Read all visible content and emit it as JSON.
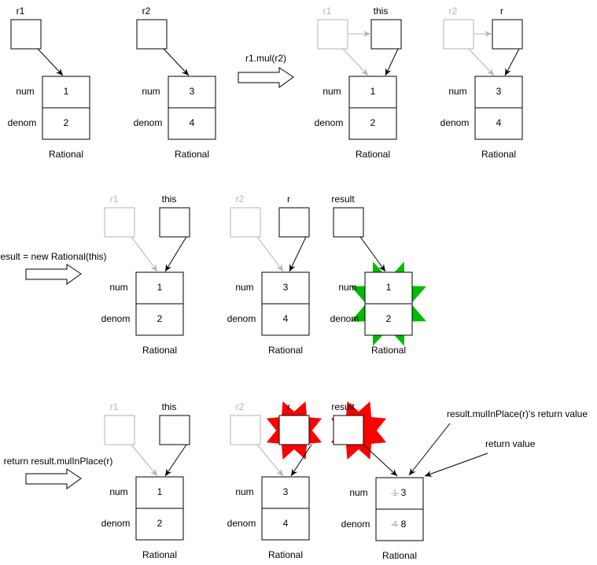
{
  "labels": {
    "num": "num",
    "denom": "denom",
    "class_name": "Rational"
  },
  "vars": {
    "r1": "r1",
    "r2": "r2",
    "this": "this",
    "r": "r",
    "result": "result"
  },
  "steps": [
    {
      "label": "r1.mul(r2)"
    },
    {
      "label": "result = new Rational(this)"
    },
    {
      "label": "return result.mulInPlace(r)"
    }
  ],
  "values": {
    "r1": {
      "num": "1",
      "denom": "2"
    },
    "r2": {
      "num": "3",
      "denom": "4"
    },
    "result_new": {
      "num": "1",
      "denom": "2"
    },
    "result_final": {
      "num_old": "1",
      "num_new": "3",
      "denom_old": "4",
      "denom_new": "8"
    }
  },
  "annotations": {
    "mul_in_place_return": "result.mulInPlace(r)'s return value",
    "return_value": "return value"
  },
  "colors": {
    "highlight_new": "#00bb00",
    "highlight_changed": "#ff0000",
    "inactive": "#b3b3b3",
    "line": "#000000"
  }
}
